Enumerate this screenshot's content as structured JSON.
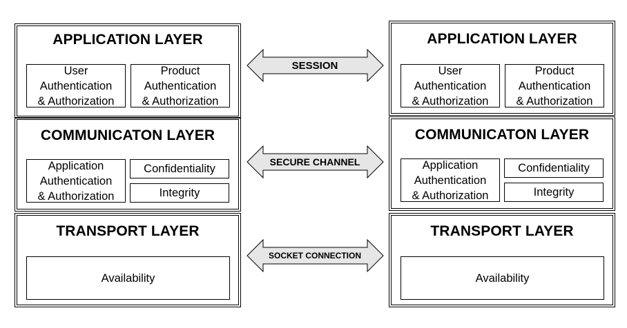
{
  "left": {
    "application": {
      "title": "APPLICATION LAYER",
      "user_auth": "User\nAuthentication\n& Authorization",
      "product_auth": "Product\nAuthentication\n& Authorization"
    },
    "communication": {
      "title": "COMMUNICATON LAYER",
      "app_auth": "Application\nAuthentication\n& Authorization",
      "confidentiality": "Confidentiality",
      "integrity": "Integrity"
    },
    "transport": {
      "title": "TRANSPORT LAYER",
      "availability": "Availability"
    }
  },
  "right": {
    "application": {
      "title": "APPLICATION LAYER",
      "user_auth": "User\nAuthentication\n& Authorization",
      "product_auth": "Product\nAuthentication\n& Authorization"
    },
    "communication": {
      "title": "COMMUNICATON LAYER",
      "app_auth": "Application\nAuthentication\n& Authorization",
      "confidentiality": "Confidentiality",
      "integrity": "Integrity"
    },
    "transport": {
      "title": "TRANSPORT LAYER",
      "availability": "Availability"
    }
  },
  "connections": {
    "session": "SESSION",
    "secure_channel": "SECURE CHANNEL",
    "socket_connection": "SOCKET CONNECTION"
  },
  "colors": {
    "arrow_fill": "#e6e6e6",
    "stroke": "#000000"
  }
}
